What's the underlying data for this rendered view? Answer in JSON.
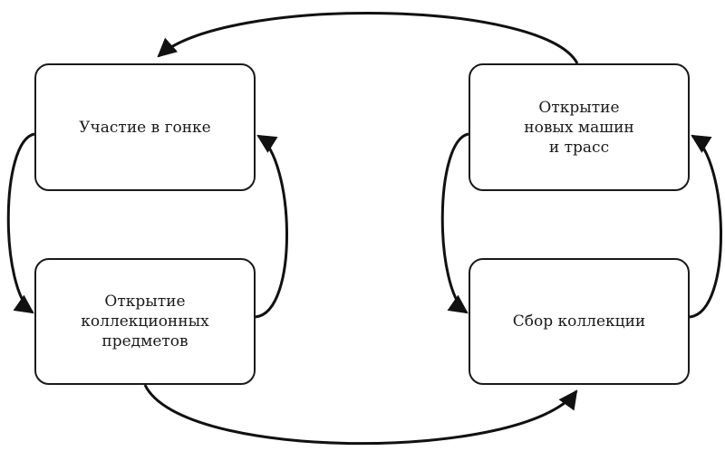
{
  "nodes": [
    {
      "id": "race",
      "lines": [
        "Участие в гонке"
      ]
    },
    {
      "id": "open-collectibles",
      "lines": [
        "Открытие",
        "коллекционных",
        "предметов"
      ]
    },
    {
      "id": "unlock",
      "lines": [
        "Открытие",
        "новых машин",
        "и трасс"
      ]
    },
    {
      "id": "collect",
      "lines": [
        "Сбор коллекции"
      ]
    }
  ],
  "edges": [
    {
      "from": "race",
      "to": "open-collectibles"
    },
    {
      "from": "open-collectibles",
      "to": "race"
    },
    {
      "from": "open-collectibles",
      "to": "collect"
    },
    {
      "from": "collect",
      "to": "unlock"
    },
    {
      "from": "unlock",
      "to": "collect"
    },
    {
      "from": "unlock",
      "to": "race"
    }
  ]
}
